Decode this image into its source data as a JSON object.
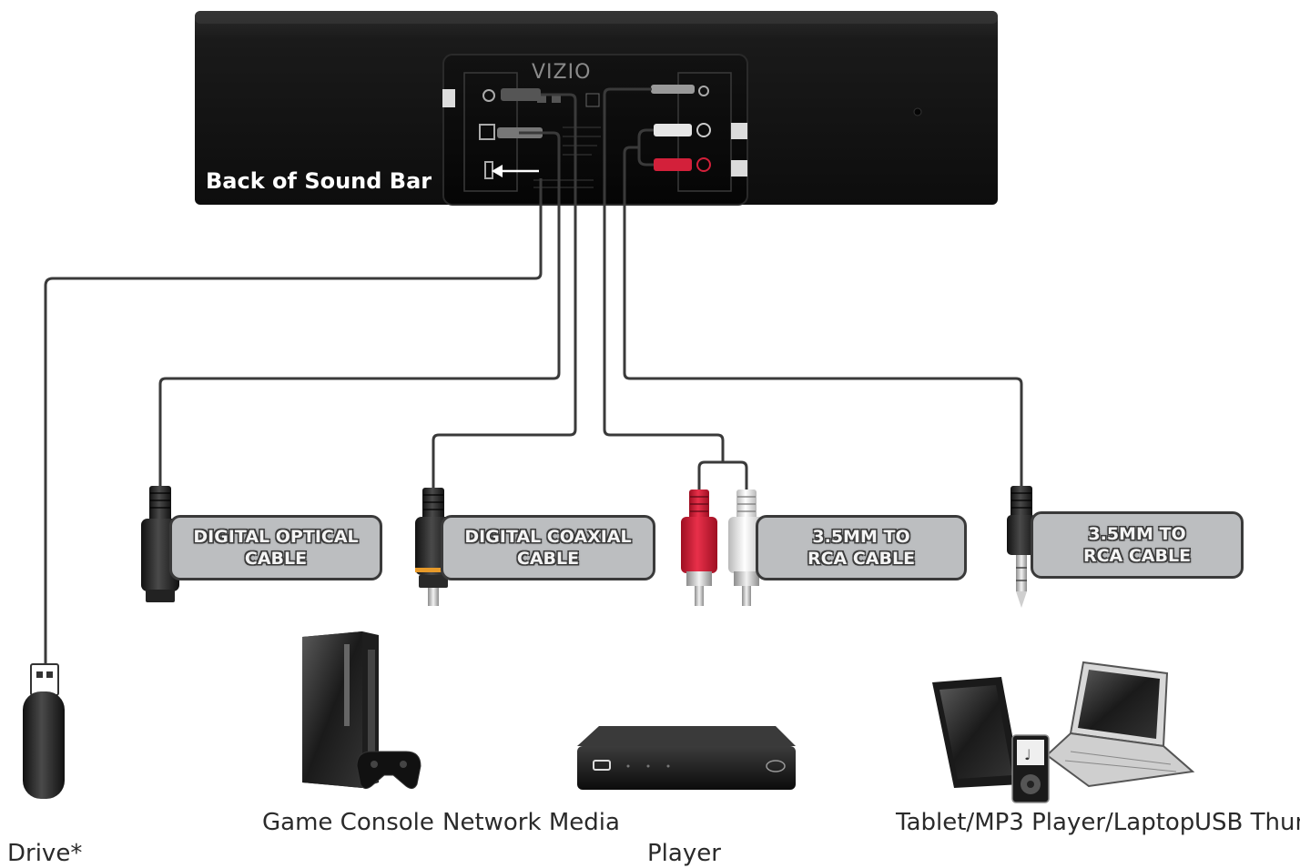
{
  "soundbar": {
    "title": "Back of Sound Bar",
    "brand": "VIZIO"
  },
  "cables": [
    {
      "label": "DIGITAL OPTICAL\nCABLE"
    },
    {
      "label": "DIGITAL COAXIAL\nCABLE"
    },
    {
      "label": "3.5MM TO\nRCA CABLE"
    },
    {
      "label": "3.5MM TO\nRCA CABLE"
    }
  ],
  "devices": {
    "usb_line1": "USB Thumb",
    "usb_line2": "Drive*",
    "game_console": "Game Console",
    "media_line1": "Network Media",
    "media_line2": "Player",
    "tablet": "Tablet/MP3 Player/Laptop"
  },
  "colors": {
    "soundbar": "#161616",
    "cable": "#3a3a3a",
    "label_fill": "#bcbec0",
    "rca_red": "#d3203a",
    "rca_white": "#e6e6e6"
  }
}
